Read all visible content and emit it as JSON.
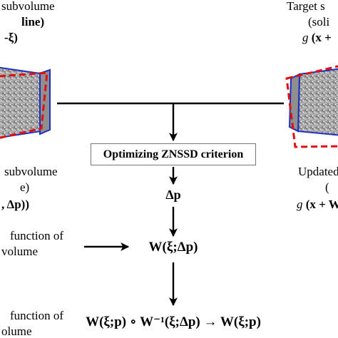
{
  "left_top": {
    "line1": "subvolume",
    "line2": "line)",
    "formula": "-ξ)"
  },
  "right_top": {
    "line1": "Target s",
    "line2": "(soli",
    "formula_g": "g",
    "formula_paren": "(x +"
  },
  "center": {
    "criterion_label": "Optimizing ZNSSD criterion",
    "delta_p": "Δp",
    "warp_increment": "W(ξ;Δp)",
    "update_rule": "W(ξ;p) ∘ W⁻¹(ξ;Δp) → W(ξ;p)"
  },
  "left_middle": {
    "line1": "subvolume",
    "line2": "e)",
    "formula": ", Δp))"
  },
  "right_middle": {
    "line1": "Updated",
    "line2": "(",
    "formula_g": "g",
    "formula_paren": "(x + W"
  },
  "left_lower": {
    "line1": "function of",
    "line2": "volume"
  },
  "left_bottom": {
    "line1": "function of",
    "line2": "olume"
  },
  "colors": {
    "cube_edge": "#1f2fbf",
    "dashed_outline": "#e01010",
    "speckle": "#a9a9a9"
  }
}
